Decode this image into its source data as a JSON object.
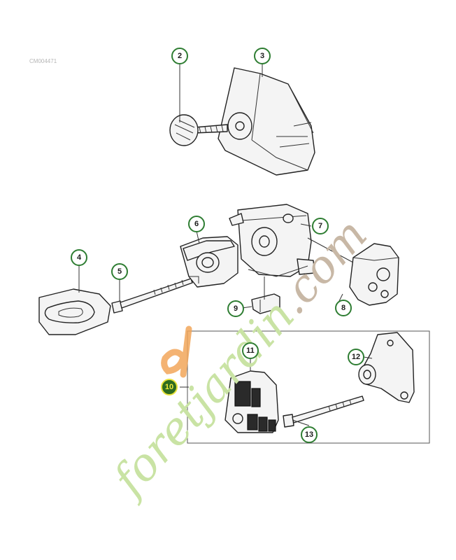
{
  "header": {
    "drawing_code": "CM004471"
  },
  "callouts": [
    {
      "id": "2",
      "label": "2"
    },
    {
      "id": "3",
      "label": "3"
    },
    {
      "id": "4",
      "label": "4"
    },
    {
      "id": "5",
      "label": "5"
    },
    {
      "id": "6",
      "label": "6"
    },
    {
      "id": "7",
      "label": "7"
    },
    {
      "id": "8",
      "label": "8"
    },
    {
      "id": "9",
      "label": "9"
    },
    {
      "id": "10",
      "label": "10"
    },
    {
      "id": "11",
      "label": "11"
    },
    {
      "id": "12",
      "label": "12"
    },
    {
      "id": "13",
      "label": "13"
    }
  ],
  "watermark": {
    "part1": "fore",
    "part2": "tjardin",
    "part3": ".com",
    "colors": {
      "orange": "#f2a65a",
      "green": "#c9e3a4",
      "gray": "#c8b8a6"
    }
  },
  "colors": {
    "callout_ring": "#2e7d32",
    "highlight_fill": "#2e6b1f",
    "highlight_ring": "#e8e23a"
  }
}
